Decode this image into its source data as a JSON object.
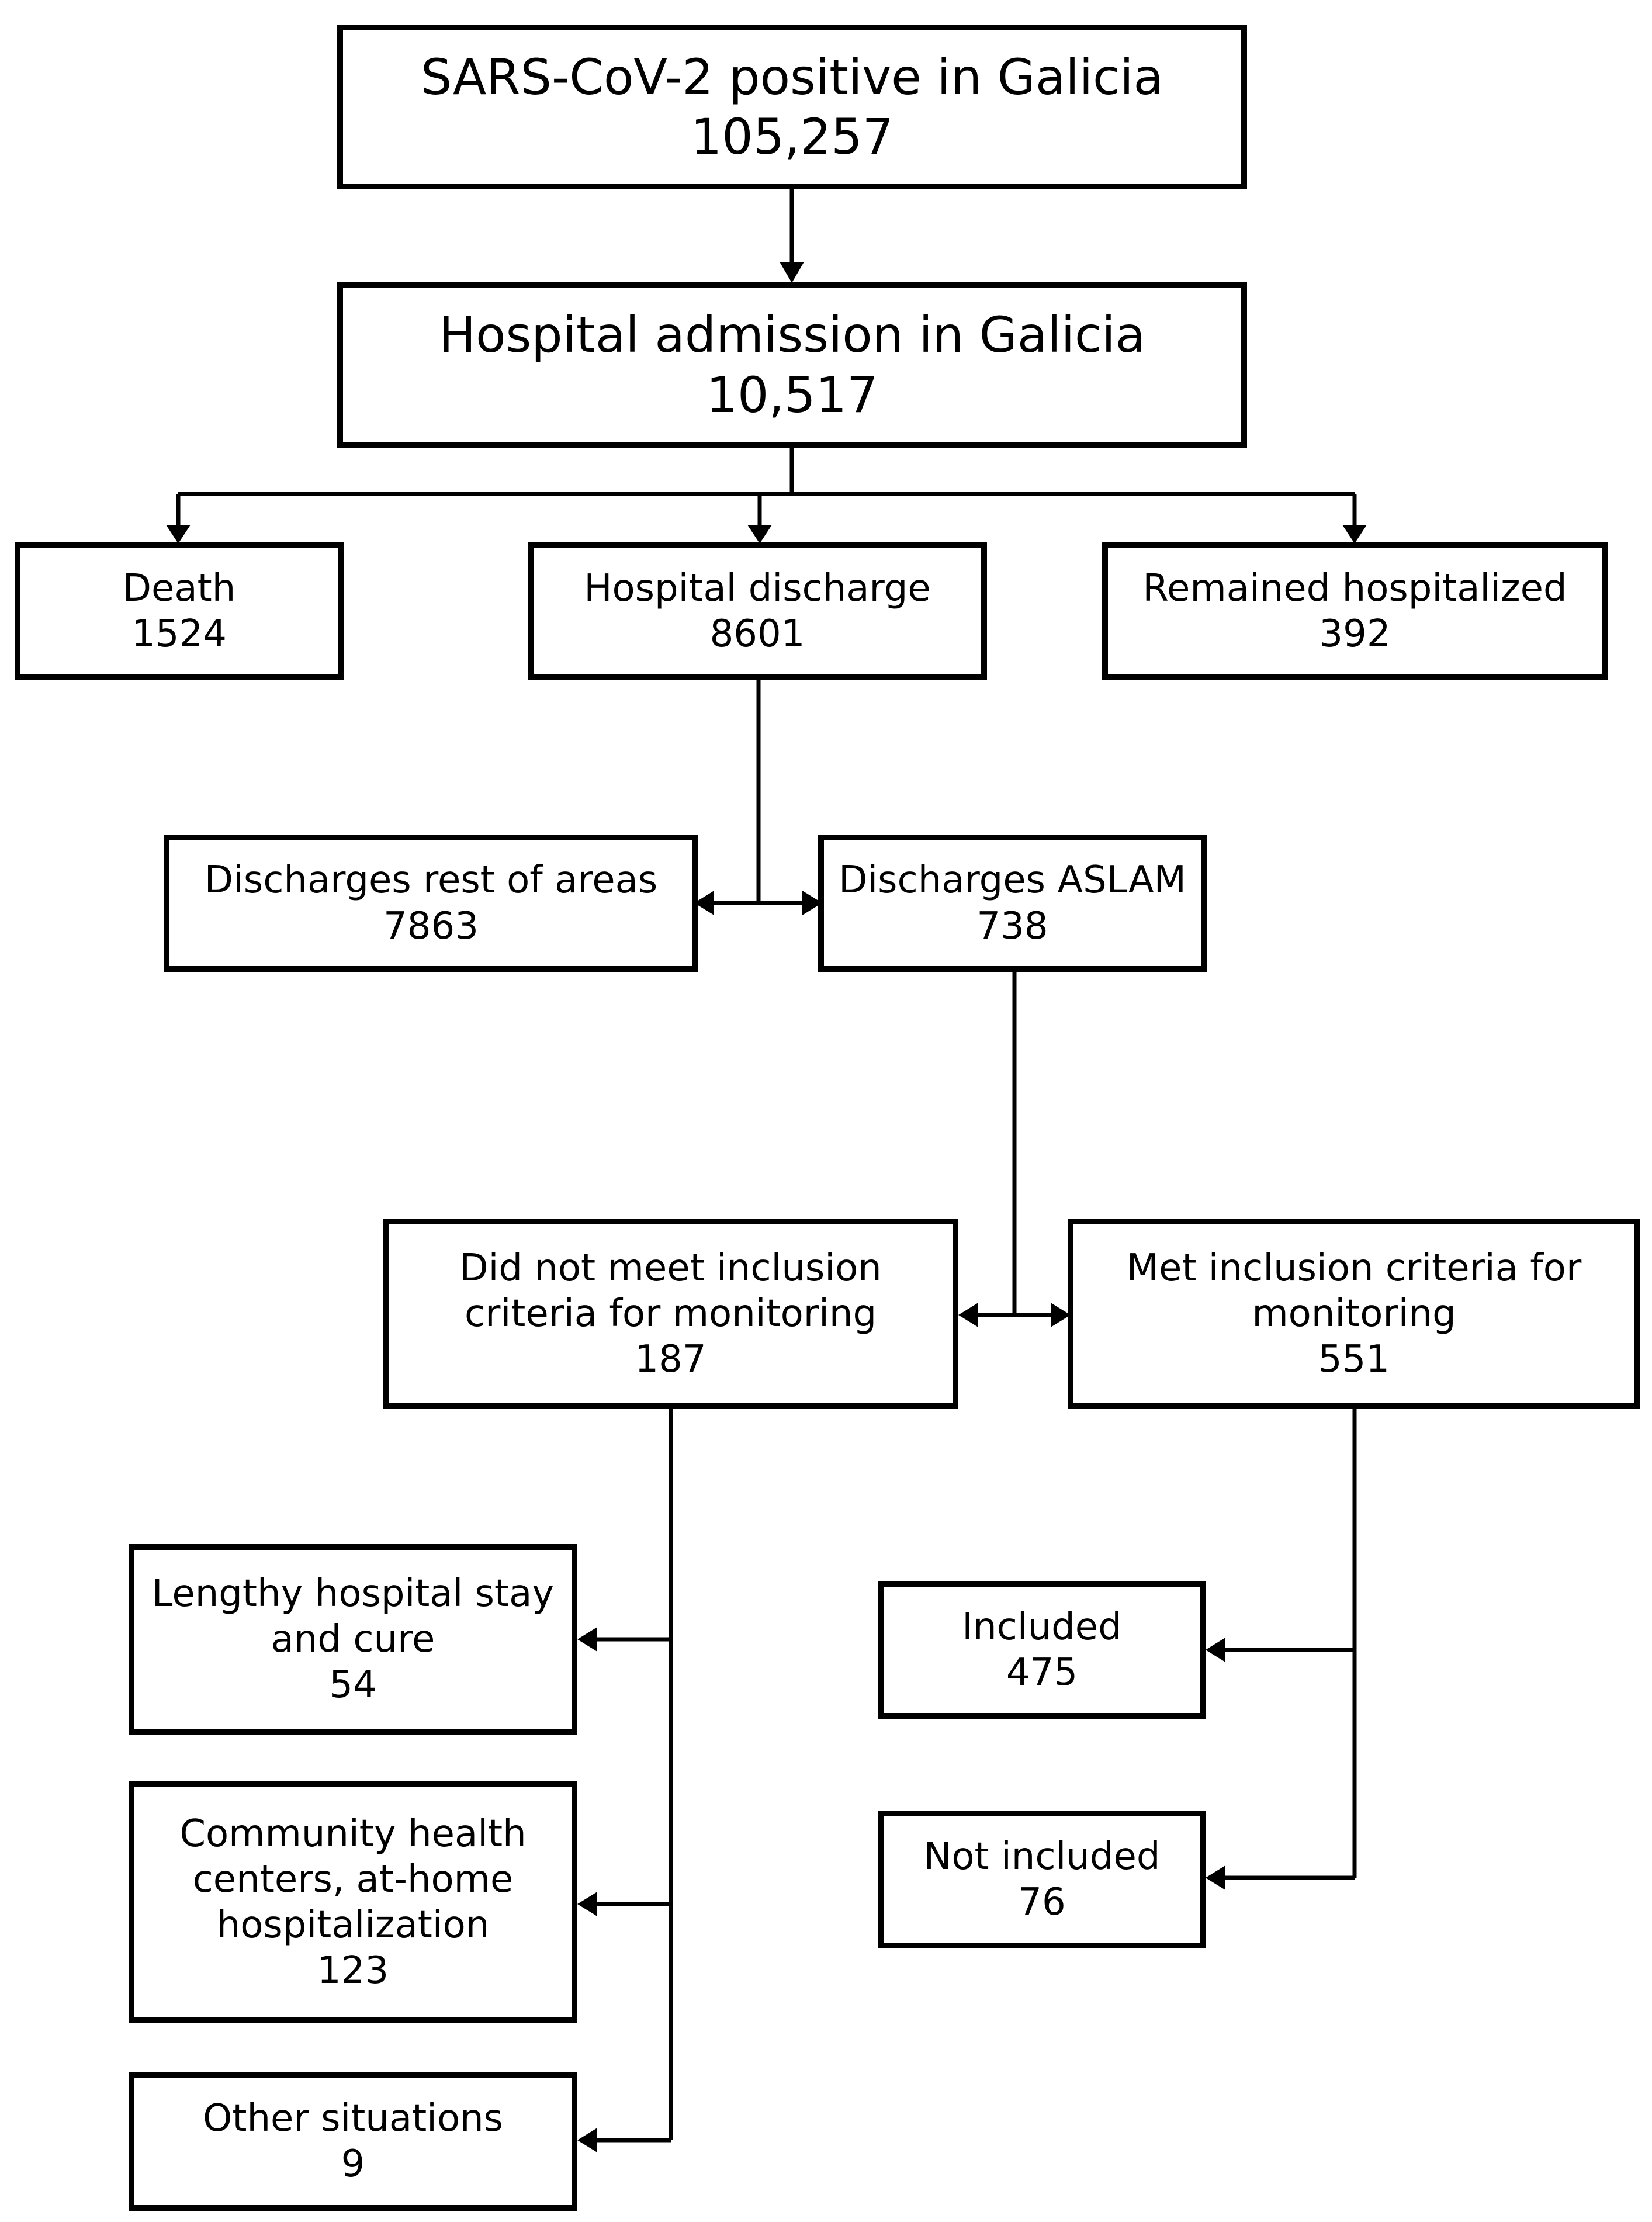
{
  "nodes": {
    "positive": {
      "label": "SARS-CoV-2 positive in Galicia",
      "count": "105,257"
    },
    "admission": {
      "label": "Hospital admission in Galicia",
      "count": "10,517"
    },
    "death": {
      "label": "Death",
      "count": "1524"
    },
    "discharge": {
      "label": "Hospital discharge",
      "count": "8601"
    },
    "remained": {
      "label": "Remained hospitalized",
      "count": "392"
    },
    "discharges_rest": {
      "label": "Discharges rest of areas",
      "count": "7863"
    },
    "discharges_aslam": {
      "label": "Discharges ASLAM",
      "count": "738"
    },
    "not_meet": {
      "line1": "Did not meet inclusion",
      "line2": "criteria for monitoring",
      "count": "187"
    },
    "met": {
      "line1": "Met inclusion criteria for",
      "line2": "monitoring",
      "count": "551"
    },
    "lengthy": {
      "line1": "Lengthy hospital stay",
      "line2": "and cure",
      "count": "54"
    },
    "community": {
      "line1": "Community health",
      "line2": "centers, at-home",
      "line3": "hospitalization",
      "count": "123"
    },
    "other": {
      "label": "Other situations",
      "count": "9"
    },
    "included": {
      "label": "Included",
      "count": "475"
    },
    "not_included": {
      "label": "Not included",
      "count": "76"
    }
  }
}
